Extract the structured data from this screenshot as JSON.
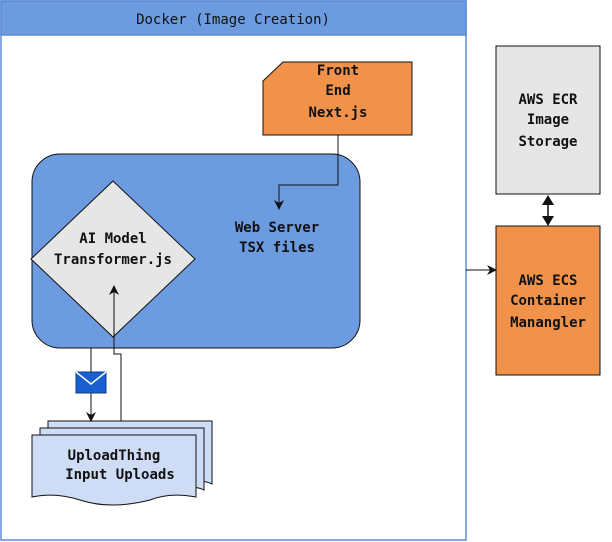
{
  "container": {
    "title": "Docker (Image Creation)"
  },
  "frontend": {
    "line1": "Front",
    "line2": "End",
    "line3": "Next.js"
  },
  "webserver": {
    "line1": "Web Server",
    "line2": "TSX files"
  },
  "ai_model": {
    "line1": "AI Model",
    "line2": "Transformer.js"
  },
  "uploads": {
    "line1": "UploadThing",
    "line2": "Input Uploads"
  },
  "ecr": {
    "line1": "AWS ECR",
    "line2": "Image",
    "line3": "Storage"
  },
  "ecs": {
    "line1": "AWS ECS",
    "line2": "Container",
    "line3": "Manangler"
  },
  "colors": {
    "docker_header": "#6c9be0",
    "docker_border": "#5b8bd6",
    "webserver_fill": "#6c9be0",
    "orange": "#f0924a",
    "grey_box": "#e6e6e6",
    "diamond": "#e6e6e6",
    "uploads_fill": "#cfdcf6",
    "envelope": "#1a5fd0"
  },
  "icons": {
    "message": "envelope-icon"
  }
}
